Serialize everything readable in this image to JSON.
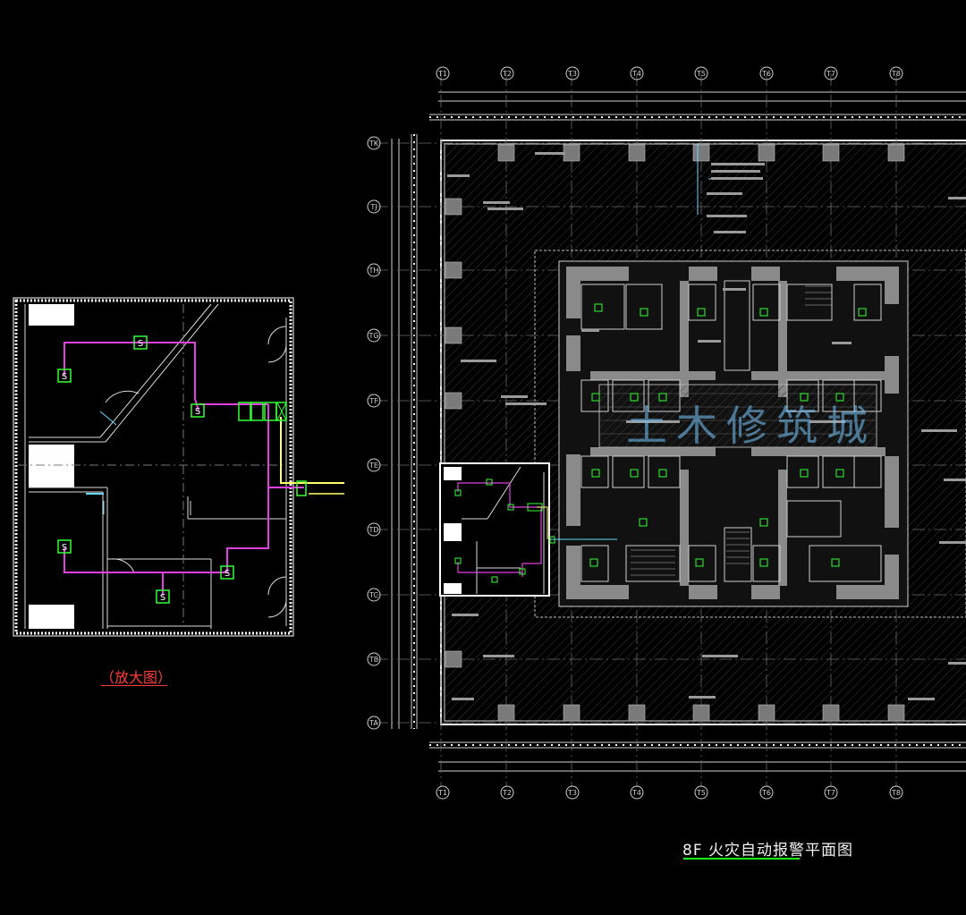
{
  "drawing_title": "8F 火灾自动报警平面图",
  "zoom_caption": "（放大图）",
  "watermark": "土木修筑城",
  "colors": {
    "background": "#000000",
    "walls": "#dcdcdc",
    "cores": "#8a8a8a",
    "alarm_loop": "#e040e0",
    "devices": "#33ff33",
    "signal_line": "#ffff66",
    "grid_lines": "#bfbfbf",
    "caption": "#ff3b3b",
    "title_underline": "#19ff19"
  },
  "device_symbol": "S",
  "grid_axes": {
    "top": [
      "T1",
      "T2",
      "T3",
      "T4",
      "T5",
      "T6",
      "T7",
      "T8"
    ],
    "bottom": [
      "T1",
      "T2",
      "T3",
      "T4",
      "T5",
      "T6",
      "T7",
      "T8"
    ],
    "left": [
      "TA",
      "TB",
      "TC",
      "TD",
      "TE",
      "TF",
      "TG",
      "TH",
      "TJ",
      "TK"
    ]
  }
}
